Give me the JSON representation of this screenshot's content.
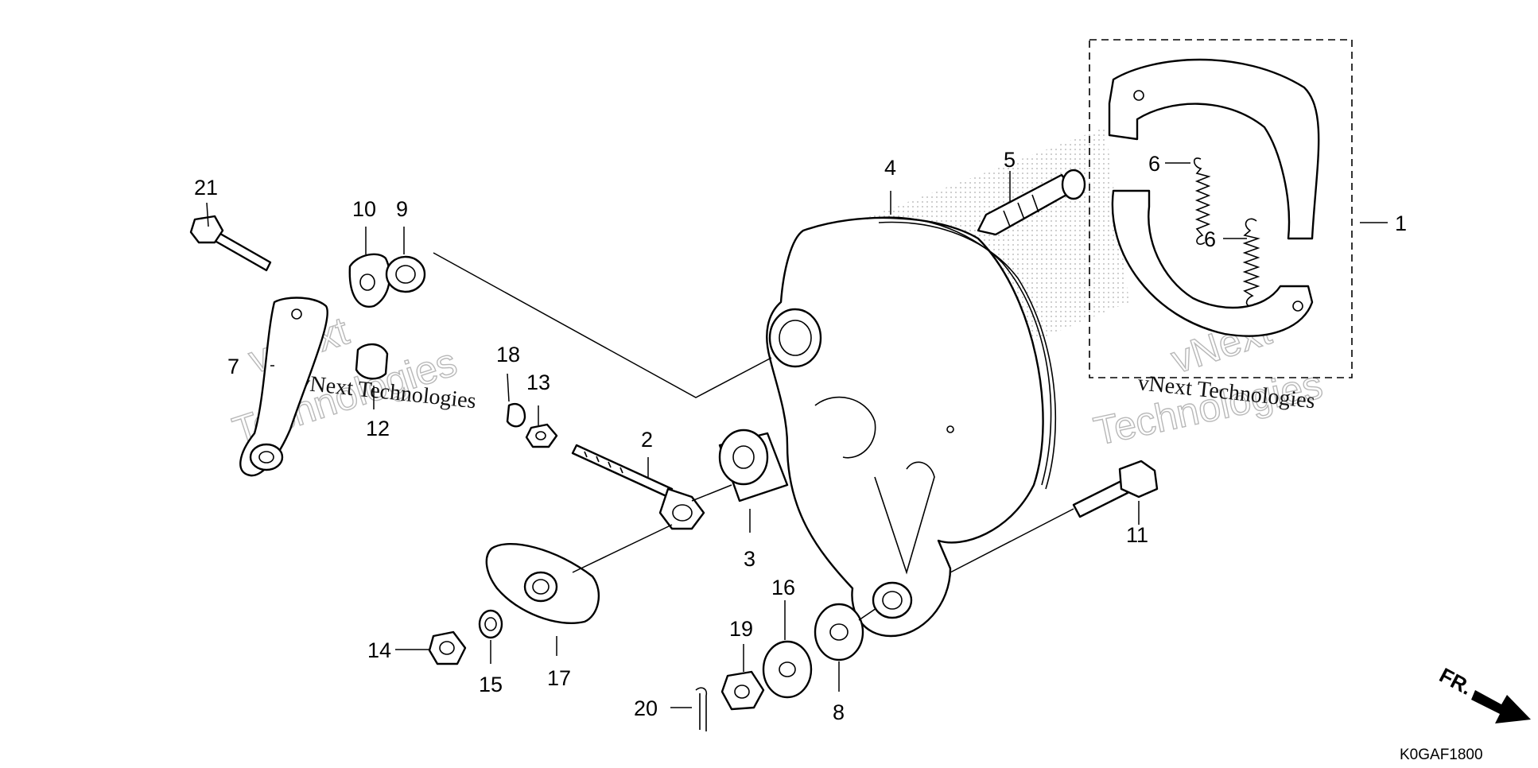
{
  "diagram": {
    "code": "K0GAF1800",
    "direction_label": "FR.",
    "watermark": {
      "line1": "vNext",
      "line2": "Technologies",
      "full": "vNext Technologies"
    },
    "callouts": {
      "c1": "1",
      "c2": "2",
      "c3": "3",
      "c4": "4",
      "c5": "5",
      "c6a": "6",
      "c6b": "6",
      "c7": "7",
      "c8": "8",
      "c9": "9",
      "c10": "10",
      "c11": "11",
      "c12": "12",
      "c13": "13",
      "c14": "14",
      "c15": "15",
      "c16": "16",
      "c17": "17",
      "c18": "18",
      "c19": "19",
      "c20": "20",
      "c21": "21"
    }
  }
}
